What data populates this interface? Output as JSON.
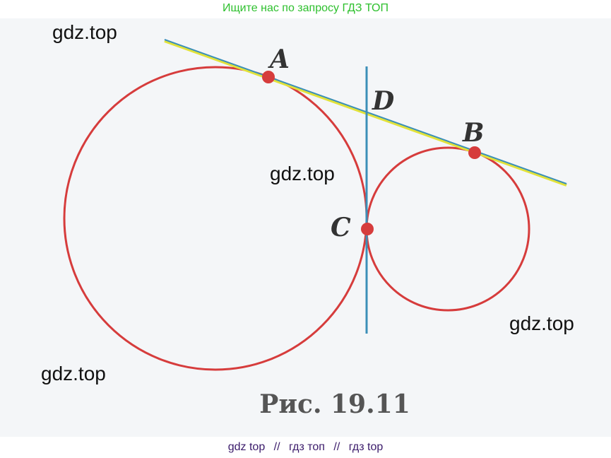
{
  "banner": {
    "text": "Ищите нас по запросу ГДЗ ТОП"
  },
  "watermarks": [
    "gdz.top",
    "gdz.top",
    "gdz.top",
    "gdz.top"
  ],
  "diagram": {
    "points": {
      "A": "A",
      "B": "B",
      "C": "C",
      "D": "D"
    },
    "caption": "Рис. 19.11",
    "colors": {
      "circle": "#d63c3c",
      "tangent": "#3b8fb8",
      "highlight": "#e2e23a",
      "point": "#d63c3c",
      "background": "#f4f6f8"
    }
  },
  "footer": {
    "links": [
      "gdz top",
      "гдз топ",
      "гдз top"
    ],
    "separator": "//"
  }
}
